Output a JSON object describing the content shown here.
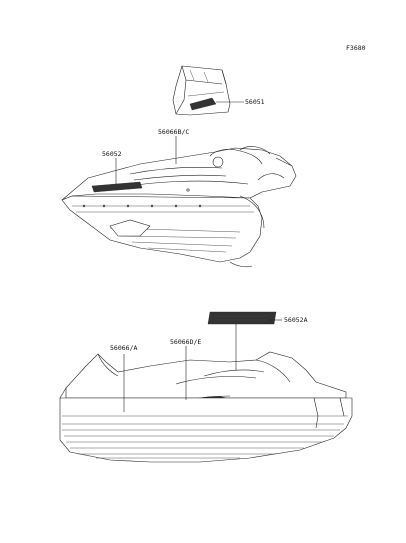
{
  "figure_code": "F3680",
  "callouts": {
    "top_part": "56051",
    "upper_stripe": "56066B/C",
    "upper_side": "56052",
    "lower_emblem": "56052A",
    "lower_side": "56066/A",
    "lower_stripe": "56066D/E"
  }
}
